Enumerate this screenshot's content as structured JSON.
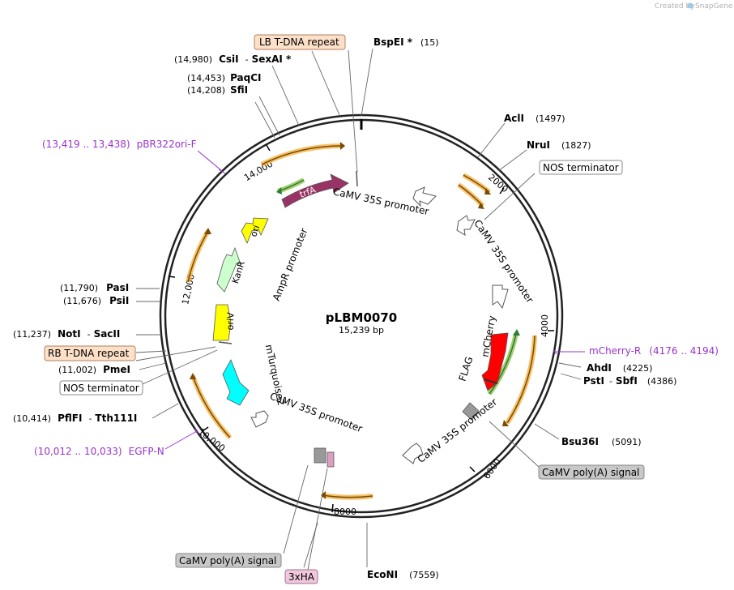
{
  "credit": {
    "text": "Created by",
    "brand": "SnapGene"
  },
  "plasmid": {
    "name": "pLBM0070",
    "length": "15,239 bp"
  },
  "ticks": [
    "2000",
    "4000",
    "6000",
    "8000",
    "10,000",
    "12,000",
    "14,000"
  ],
  "sites": [
    {
      "name": "BspEI *",
      "pos": "(15)"
    },
    {
      "name": "CsiI",
      "sep": "-",
      "name2": "SexAI *",
      "pos": "(14,980)"
    },
    {
      "name": "PaqCI",
      "pos": "(14,453)"
    },
    {
      "name": "SfiI",
      "pos": "(14,208)"
    },
    {
      "name": "AclI",
      "pos": "(1497)"
    },
    {
      "name": "NruI",
      "pos": "(1827)"
    },
    {
      "name": "AhdI",
      "pos": "(4225)"
    },
    {
      "name": "PstI",
      "sep": "-",
      "name2": "SbfI",
      "pos": "(4386)"
    },
    {
      "name": "Bsu36I",
      "pos": "(5091)"
    },
    {
      "name": "EcoNI",
      "pos": "(7559)"
    },
    {
      "name": "PasI",
      "pos": "(11,790)"
    },
    {
      "name": "PsiI",
      "pos": "(11,676)"
    },
    {
      "name": "NotI",
      "sep": "-",
      "name2": "SacII",
      "pos": "(11,237)"
    },
    {
      "name": "PmeI",
      "pos": "(11,002)"
    },
    {
      "name": "PflFI",
      "sep": "-",
      "name2": "Tth111I",
      "pos": "(10,414)"
    }
  ],
  "primers": [
    {
      "range": "(13,419 .. 13,438)",
      "name": "pBR322ori-F"
    },
    {
      "name": "mCherry-R",
      "range": "(4176 .. 4194)"
    },
    {
      "range": "(10,012 .. 10,033)",
      "name": "EGFP-N"
    }
  ],
  "boxes": {
    "lb": "LB T-DNA repeat",
    "rb": "RB T-DNA repeat",
    "nos1": "NOS terminator",
    "nos2": "NOS terminator",
    "polya1": "CaMV poly(A) signal",
    "polya2": "CaMV poly(A) signal",
    "ha": "3xHA"
  },
  "features": {
    "trfA": "trfA",
    "ori": "ori",
    "kanR": "KanR",
    "oriV": "oriV",
    "mCherry": "mCherry",
    "flag": "FLAG",
    "mTurq": "mTurquoise2",
    "ampr": "AmpR promoter",
    "p35s1": "CaMV 35S promoter",
    "p35s2": "CaMV 35S promoter",
    "p35s3": "CaMV 35S promoter",
    "p35s4": "CaMV 35S promoter"
  },
  "colors": {
    "trfA": "#993366",
    "ori": "#ffff00",
    "kanR": "#ccffcc",
    "oriV": "#ffff00",
    "mCherry": "#ff0000",
    "mTurq": "#00ffff",
    "primerText": "#9933cc",
    "lbFill": "#fde0c8",
    "polyaFill": "#c8c8c8",
    "haFill": "#f0c8dc"
  }
}
